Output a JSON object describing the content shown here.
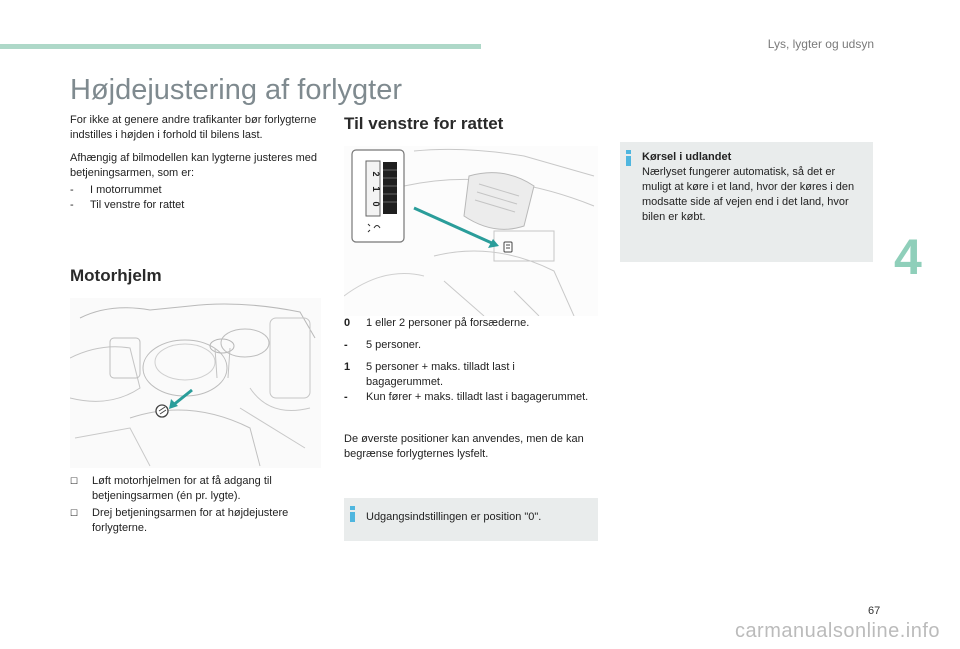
{
  "header": {
    "section": "Lys, lygter og udsyn"
  },
  "title": "Højdejustering af forlygter",
  "intro": {
    "p1": "For ikke at genere andre trafikanter bør forlygterne indstilles i højden i forhold til bilens last.",
    "p2": "Afhængig af bilmodellen kan lygterne justeres med betjeningsarmen, som er:",
    "items": [
      "I motorrummet",
      "Til venstre for rattet"
    ]
  },
  "motorhjelm": {
    "heading": "Motorhjelm",
    "steps": [
      "Løft motorhjelmen for at få adgang til betjeningsarmen (én pr. lygte).",
      "Drej betjeningsarmen for at højdejustere forlygterne."
    ]
  },
  "venstre": {
    "heading": "Til venstre for rattet",
    "control_marks": [
      "0",
      "1",
      "2"
    ],
    "positions": [
      {
        "key": "0",
        "text": "1 eller 2 personer på forsæderne."
      },
      {
        "key": "-",
        "text": "5 personer."
      },
      {
        "key": "1",
        "text": "5 personer + maks. tilladt last i bagagerummet."
      },
      {
        "key": "-",
        "text": "Kun fører + maks. tilladt last i bagagerummet."
      }
    ],
    "note": "De øverste positioner kan anvendes, men de kan begrænse forlygternes lysfelt.",
    "info": "Udgangsindstillingen er position \"0\"."
  },
  "udland": {
    "title": "Kørsel i udlandet",
    "text": "Nærlyset fungerer automatisk, så det er muligt at køre i et land, hvor der køres i den modsatte side af vejen end i det land, hvor bilen er købt."
  },
  "chapter": "4",
  "page_number": "67",
  "watermark": "carmanualsonline.info",
  "colors": {
    "accent": "#aed8c8",
    "info_blue": "#4fb6df",
    "arrow_teal": "#2a9d9a"
  }
}
